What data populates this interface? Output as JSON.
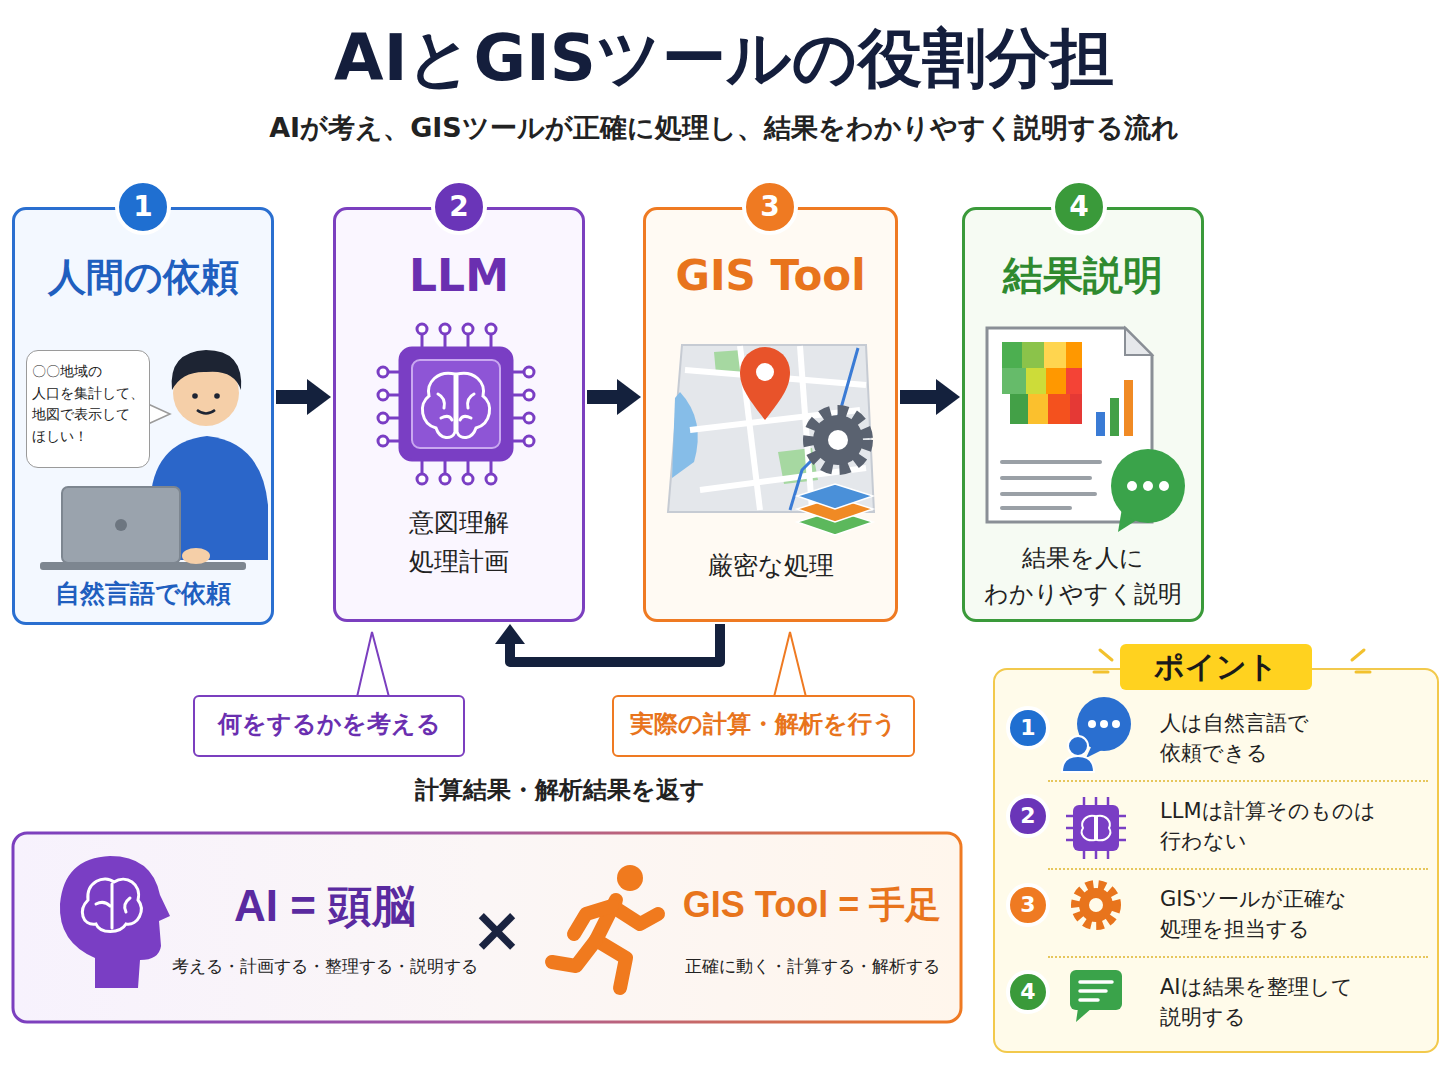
{
  "diagram": {
    "title": "AIとGISツールの役割分担",
    "caption": "AIが考え、GISツールが正確に処理し、結果をわかりやすく説明する流れ",
    "nodes": [
      {
        "text": [
          "人間の依頼",
          "自然言語で依頼"
        ]
      },
      {
        "text": [
          "〇〇地域の 人口を集計して、 地図で表示して ほしい！"
        ],
        "in": 0
      },
      {
        "text": [
          "LLM",
          "意図理解 処理計画"
        ]
      },
      {
        "text": [
          "GIS Tool",
          "厳密な処理"
        ]
      },
      {
        "text": [
          "結果説明",
          "結果を人に わかりやすく説明"
        ]
      },
      {
        "text": [
          "何をするかを考える"
        ]
      },
      {
        "text": [
          "実際の計算・解析を行う"
        ]
      },
      {
        "text": [
          "AI = 頭脳",
          "考える・計画する・整理する・説明する"
        ]
      },
      {
        "text": [
          "GIS Tool = 手足",
          "正確に動く・計算する・解析する"
        ]
      },
      {
        "text": [
          "ポイント"
        ]
      },
      {
        "text": [
          "人は自然言語で 依頼できる"
        ],
        "in": 9
      },
      {
        "text": [
          "LLMは計算そのものは 行わない"
        ],
        "in": 9
      },
      {
        "text": [
          "GISツールが正確な 処理を担当する"
        ],
        "in": 9
      },
      {
        "text": [
          "AIは結果を整理して 説明する"
        ],
        "in": 9
      }
    ],
    "edges": [
      {
        "from": 0,
        "to": 2,
        "arrow": "to"
      },
      {
        "from": 2,
        "to": 3,
        "arrow": "to"
      },
      {
        "from": 3,
        "to": 4,
        "arrow": "to"
      },
      {
        "from": 3,
        "to": 2,
        "label": "計算結果・解析結果を返す",
        "arrow": "to"
      }
    ],
    "labels": [
      "1",
      "2",
      "3",
      "4",
      "×",
      "1",
      "2",
      "3",
      "4"
    ]
  }
}
